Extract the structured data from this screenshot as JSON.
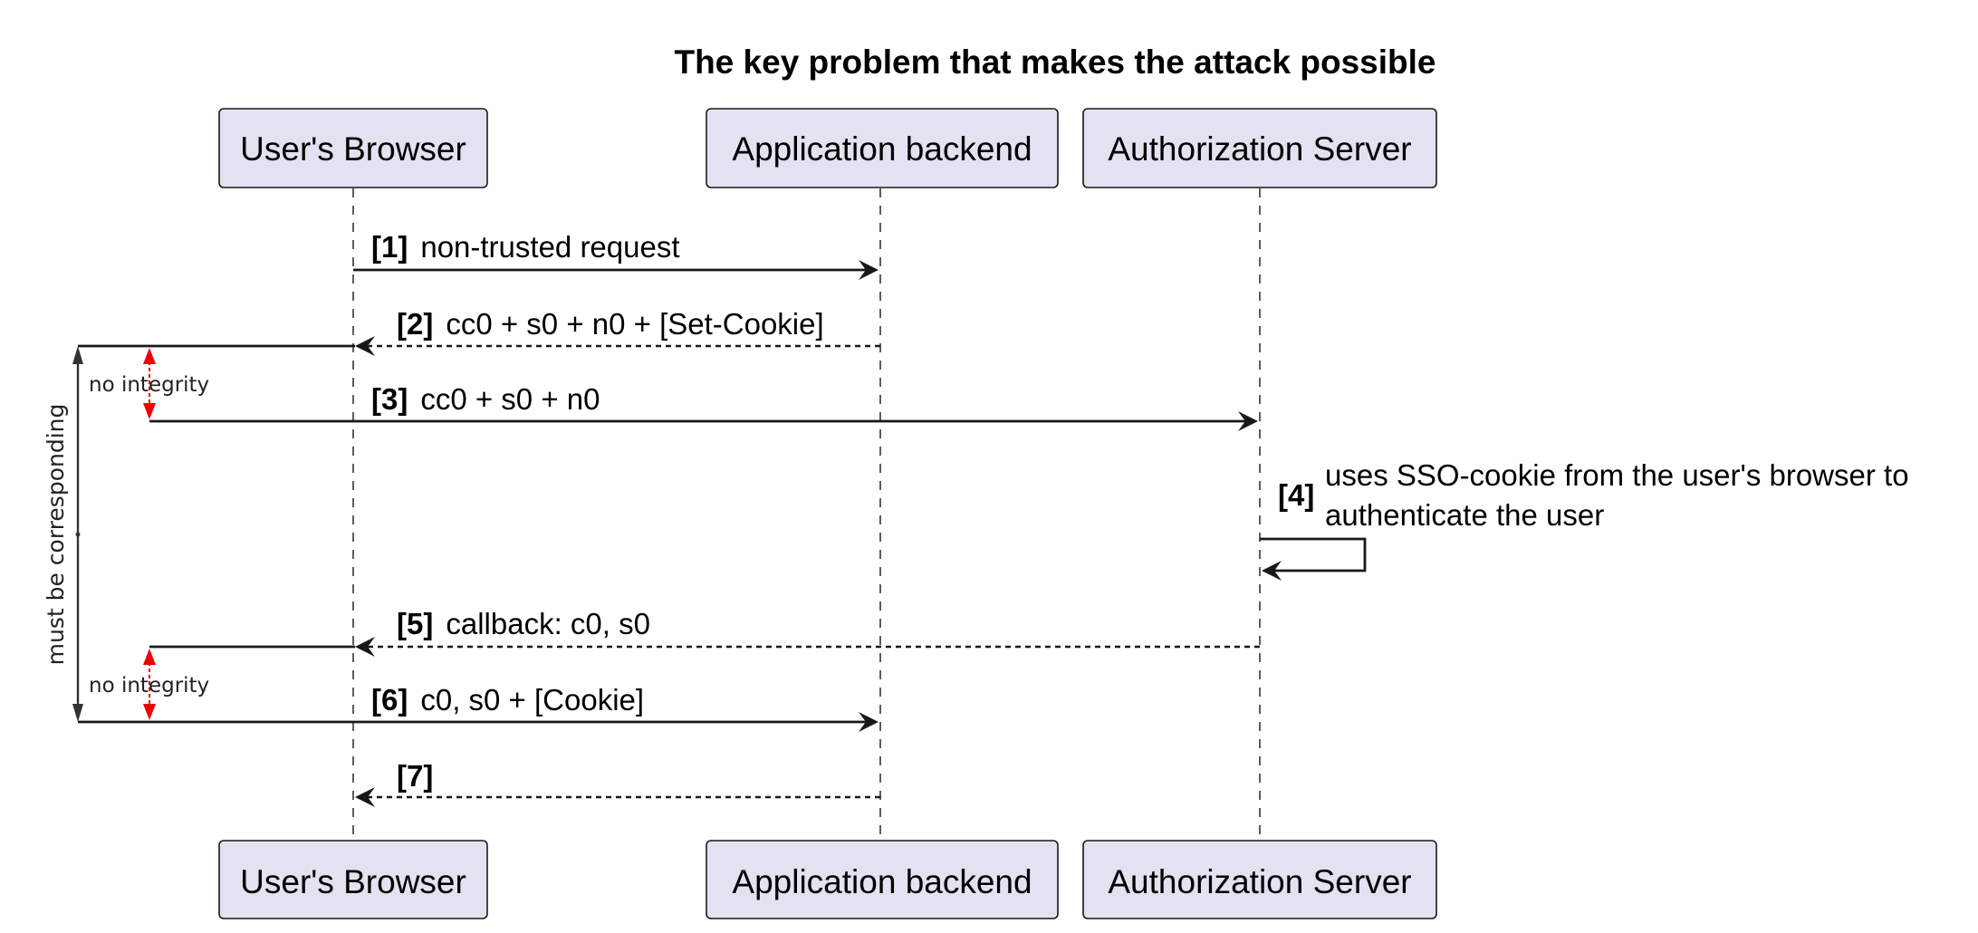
{
  "title": "The key problem that makes the attack possible",
  "participants": [
    {
      "name": "User's Browser"
    },
    {
      "name": "Application backend"
    },
    {
      "name": "Authorization Server"
    }
  ],
  "messages": [
    {
      "num": "[1]",
      "text": "non-trusted request",
      "from": 0,
      "to": 1,
      "style": "solid"
    },
    {
      "num": "[2]",
      "text": "cc0 + s0 + n0 + [Set-Cookie]",
      "from": 1,
      "to": 0,
      "style": "dashed"
    },
    {
      "num": "[3]",
      "text": "cc0 + s0 + n0",
      "from": 0,
      "to": 2,
      "style": "solid"
    },
    {
      "num": "[4]",
      "text_lines": [
        "uses SSO-cookie from the user's browser to",
        "authenticate the user"
      ],
      "from": 2,
      "to": 2,
      "style": "self"
    },
    {
      "num": "[5]",
      "text": "callback: c0, s0",
      "from": 2,
      "to": 0,
      "style": "dashed"
    },
    {
      "num": "[6]",
      "text": "c0, s0 + [Cookie]",
      "from": 0,
      "to": 1,
      "style": "solid"
    },
    {
      "num": "[7]",
      "text": "",
      "from": 1,
      "to": 0,
      "style": "dashed"
    }
  ],
  "annotations": {
    "no_integrity_1": "no integrity",
    "no_integrity_2": "no integrity",
    "must_be_corresponding": "must be corresponding"
  },
  "colors": {
    "participant_fill": "#E2E2F0",
    "line": "#181818",
    "integrity_arrow": "#ee0000"
  }
}
